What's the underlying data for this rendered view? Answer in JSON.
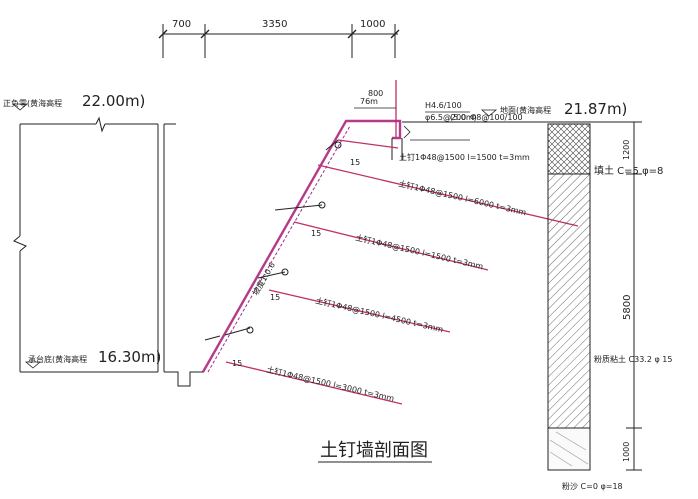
{
  "title": "土钉墙剖面图",
  "top_dims": [
    "700",
    "3350",
    "1000"
  ],
  "levels": {
    "top_left_label": "正负零(黄海高程",
    "top_left_value": "22.00m)",
    "bottom_left_label": "承台底(黄海高程",
    "bottom_left_value": "16.30m)",
    "ground_label": "地面(黄海高程",
    "ground_value": "21.87m)"
  },
  "slope_label": "坡度1:0.6",
  "top_note": {
    "width_label": "800",
    "sub_label": "76m",
    "line1": "H4.6/100",
    "line2": "φ6.5@200",
    "line3": "(5.0m)",
    "line4": "Φ8@100/100"
  },
  "nail_angle": "15",
  "nails": [
    "土钉1Φ48@1500 l=1500 t=3mm",
    "土钉1Φ48@1500 l=6000 t=3mm",
    "土钉1Φ48@1500 l=1500 t=3mm",
    "土钉1Φ48@1500 l=4500 t=3mm",
    "土钉1Φ48@1500 l=3000 t=3mm"
  ],
  "soil": {
    "fill": "填土 C=5 φ=8",
    "silt": "粉质粘土 C33.2 φ 15",
    "sand": "粉沙 C=0 φ=18"
  },
  "right_dims": [
    "1200",
    "5800",
    "1000"
  ],
  "colors": {
    "line": "#222222",
    "nail": "#c0306a",
    "wall": "#b53a8a",
    "shotcrete": "#9b2d8c"
  }
}
